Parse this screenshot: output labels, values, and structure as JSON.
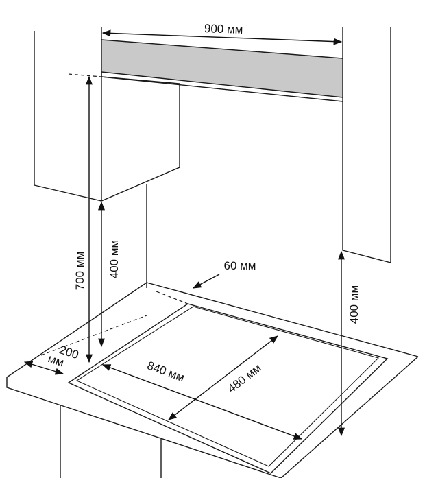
{
  "colors": {
    "line": "#1a1a1a",
    "hood": "#c9c9c9",
    "background": "#ffffff"
  },
  "dimensions": {
    "hood_width": "900 мм",
    "top_clearance": "700 мм",
    "cabinet_clearance_left": "400 мм",
    "cabinet_clearance_right": "400 мм",
    "rear_offset": "60 мм",
    "front_offset_value": "200",
    "front_offset_unit": "мм",
    "cutout_width": "840 мм",
    "cutout_depth": "480 мм"
  }
}
